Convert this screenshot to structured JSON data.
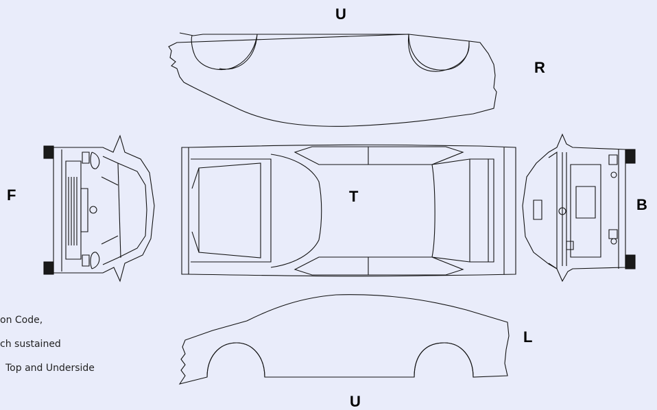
{
  "labels": {
    "u_top": "U",
    "r": "R",
    "f": "F",
    "t": "T",
    "b": "B",
    "l": "L",
    "u_bottom": "U"
  },
  "notes": {
    "line1": "on Code,",
    "line2": "ch sustained",
    "line3": "Top and Underside"
  },
  "colors": {
    "background": "#e9ecfa",
    "line": "#111111"
  }
}
